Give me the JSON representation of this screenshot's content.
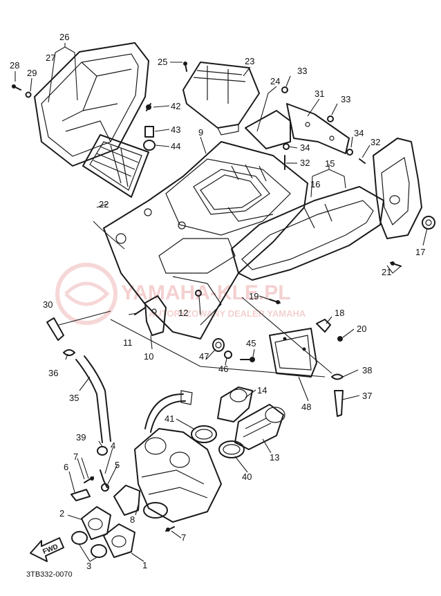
{
  "diagram": {
    "code": "3TB332-0070",
    "fwd_label": "FWD",
    "watermark": {
      "brand": "YAMAHA-KLE.PL",
      "tagline": "AUTORYZOWANY DEALER YAMAHA"
    },
    "part_numbers": [
      "1",
      "2",
      "3",
      "4",
      "5",
      "6",
      "7",
      "7",
      "8",
      "9",
      "10",
      "11",
      "12",
      "13",
      "14",
      "15",
      "16",
      "17",
      "18",
      "19",
      "20",
      "21",
      "22",
      "23",
      "24",
      "25",
      "26",
      "27",
      "28",
      "29",
      "30",
      "31",
      "32",
      "32",
      "33",
      "33",
      "34",
      "34",
      "35",
      "36",
      "37",
      "38",
      "39",
      "40",
      "41",
      "42",
      "43",
      "44",
      "45",
      "46",
      "47",
      "48"
    ]
  },
  "colors": {
    "line": "#1a1a1a",
    "watermark": "#e07a7a",
    "background": "#ffffff"
  }
}
